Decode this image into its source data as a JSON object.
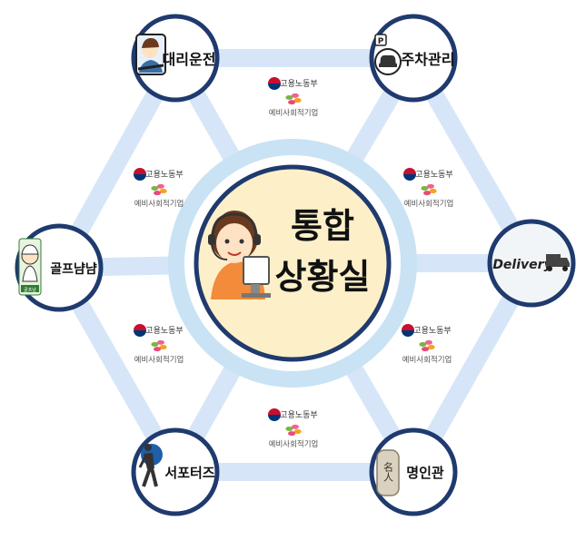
{
  "center": {
    "line1": "통합",
    "line2": "상황실"
  },
  "nodes": {
    "designated_driver": {
      "label": "대리운전"
    },
    "parking": {
      "label": "주차관리"
    },
    "golf": {
      "label": "골프냠냠",
      "badge": "골프냠"
    },
    "delivery": {
      "label": "Delivery"
    },
    "supporters": {
      "label": "서포터즈"
    },
    "celebrity": {
      "label": "명인관",
      "emblem": "名人"
    }
  },
  "parking_sign": "P",
  "badge": {
    "ministry": "고용노동부",
    "subtitle": "예비사회적기업"
  },
  "colors": {
    "ring_outer": "#1f3a6e",
    "ring_inner": "#c9e3f4",
    "connector": "#d6e6f8",
    "center_fill": "#fdf0c8",
    "node_fill": "#ffffff"
  }
}
